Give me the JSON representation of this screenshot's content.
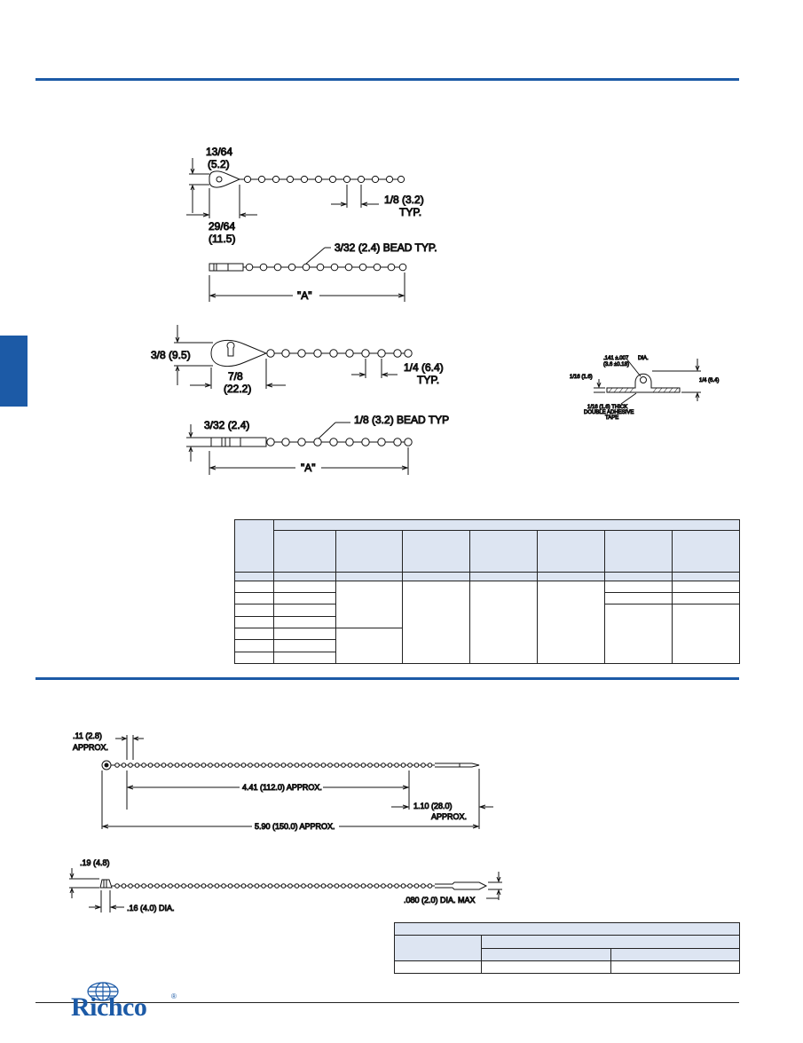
{
  "drawing_labels": {
    "d1_eye_height": "13/64",
    "d1_eye_height_mm": "(5.2)",
    "d1_eye_length": "29/64",
    "d1_eye_length_mm": "(11.5)",
    "d1_pitch": "1/8  (3.2)",
    "d1_typ": "TYP.",
    "d2_bead": "3/32  (2.4)  BEAD  TYP.",
    "d2_length": "\"A\"",
    "d3_eye_height": "3/8  (9.5)",
    "d3_eye_length": "7/8",
    "d3_eye_length_mm": "(22.2)",
    "d3_pitch": "1/4  (6.4)",
    "d3_typ": "TYP.",
    "d4_thickness": "3/32  (2.4)",
    "d4_bead": "1/8  (3.2)  BEAD  TYP",
    "d4_length": "\"A\"",
    "sec_dia": ".141 ±.007",
    "sec_dia_mm": "(3.6 ±0.18)",
    "sec_dia_word": "DIA.",
    "sec_base": "1/16 (1.6)",
    "sec_height": "1/4 (6.4)",
    "sec_tape_1": "1/16 (1.6) THICK",
    "sec_tape_2": "DOUBLE ADHESIVE",
    "sec_tape_3": "TAPE",
    "d5_gap": ".11  (2.8)",
    "d5_gap_word": "APPROX.",
    "d5_chain": "4.41  (112.0)  APPROX.",
    "d5_tail": "1.10 (28.0)",
    "d5_tail_word": "APPROX.",
    "d5_overall": "5.90  (150.0)  APPROX.",
    "d6_head": ".19  (4.8)",
    "d6_head_dia": ".16  (4.0)  DIA.",
    "d6_tip_dia": ".080  (2.0)  DIA.  MAX"
  },
  "colors": {
    "accent": "#1c5aa6",
    "table_header": "#dde5f2"
  },
  "logo": {
    "wordmark": "Richco",
    "registered": "®",
    "icon": "globe-icon"
  }
}
